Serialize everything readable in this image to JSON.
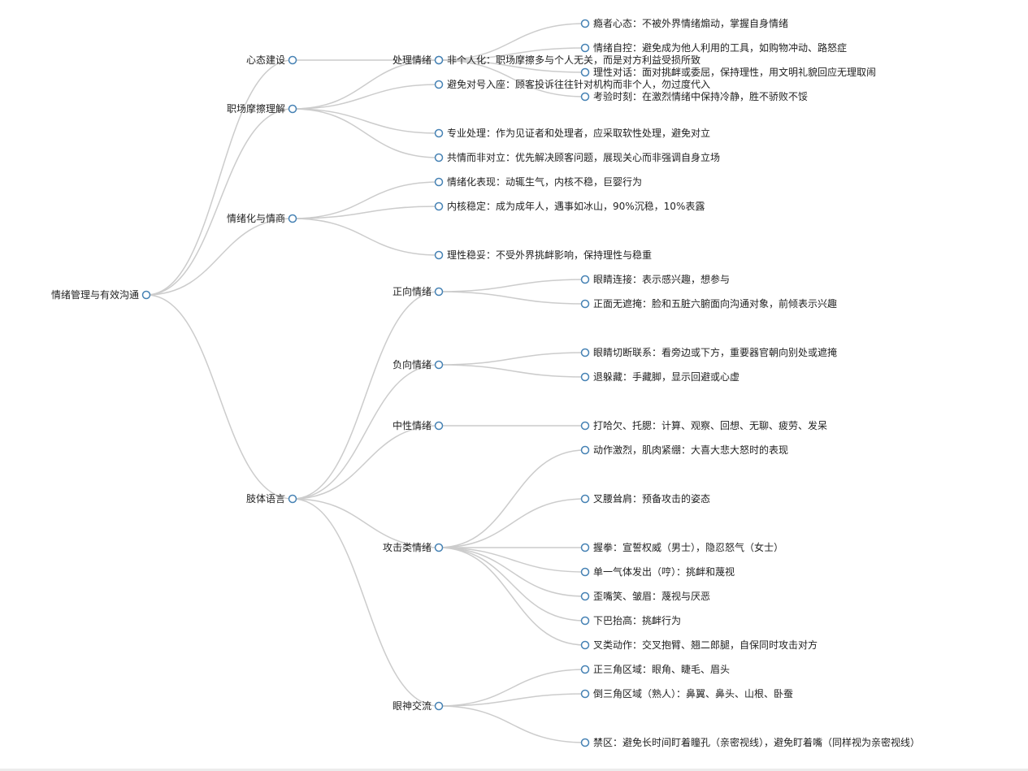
{
  "colors": {
    "link": "#cccccc",
    "node_stroke": "#4682b4",
    "node_fill": "#ffffff",
    "text": "#222222"
  },
  "tree": {
    "label": "情绪管理与有效沟通",
    "children": [
      {
        "label": "心态建设",
        "children": [
          {
            "label": "处理情绪",
            "children": [
              {
                "label": "瘾者心态：不被外界情绪煽动，掌握自身情绪"
              },
              {
                "label": "情绪自控：避免成为他人利用的工具，如购物冲动、路怒症"
              },
              {
                "label": "理性对话：面对挑衅或委屈，保持理性，用文明礼貌回应无理取闹"
              },
              {
                "label": "考验时刻：在激烈情绪中保持冷静，胜不骄败不馁"
              }
            ]
          }
        ]
      },
      {
        "label": "职场摩擦理解",
        "children": [
          {
            "label": "非个人化：职场摩擦多与个人无关，而是对方利益受损所致"
          },
          {
            "label": "避免对号入座：顾客投诉往往针对机构而非个人，勿过度代入"
          },
          {
            "label": "专业处理：作为见证者和处理者，应采取软性处理，避免对立"
          },
          {
            "label": "共情而非对立：优先解决顾客问题，展现关心而非强调自身立场"
          }
        ]
      },
      {
        "label": "情绪化与情商",
        "children": [
          {
            "label": "情绪化表现：动辄生气，内核不稳，巨婴行为"
          },
          {
            "label": "内核稳定：成为成年人，遇事如冰山，90%沉稳，10%表露"
          },
          {
            "label": "理性稳妥：不受外界挑衅影响，保持理性与稳重"
          }
        ]
      },
      {
        "label": "肢体语言",
        "children": [
          {
            "label": "正向情绪",
            "children": [
              {
                "label": "眼睛连接：表示感兴趣，想参与"
              },
              {
                "label": "正面无遮掩：脸和五脏六腑面向沟通对象，前倾表示兴趣"
              }
            ]
          },
          {
            "label": "负向情绪",
            "children": [
              {
                "label": "眼睛切断联系：看旁边或下方，重要器官朝向别处或遮掩"
              },
              {
                "label": "退躲藏：手藏脚，显示回避或心虚"
              }
            ]
          },
          {
            "label": "中性情绪",
            "children": [
              {
                "label": "打哈欠、托腮：计算、观察、回想、无聊、疲劳、发呆"
              }
            ]
          },
          {
            "label": "攻击类情绪",
            "children": [
              {
                "label": "动作激烈，肌肉紧绷：大喜大悲大怒时的表现"
              },
              {
                "label": "叉腰耸肩：预备攻击的姿态"
              },
              {
                "label": "握拳：宣誓权威（男士），隐忍怒气（女士）"
              },
              {
                "label": "单一气体发出（哼）：挑衅和蔑视"
              },
              {
                "label": "歪嘴笑、皱眉：蔑视与厌恶"
              },
              {
                "label": "下巴抬高：挑衅行为"
              },
              {
                "label": "叉类动作：交叉抱臂、翘二郎腿，自保同时攻击对方"
              }
            ]
          },
          {
            "label": "眼神交流",
            "children": [
              {
                "label": "正三角区域：眼角、睫毛、眉头"
              },
              {
                "label": "倒三角区域（熟人）：鼻翼、鼻头、山根、卧蚕"
              },
              {
                "label": "禁区：避免长时间盯着瞳孔（亲密视线），避免盯着嘴（同样视为亲密视线）"
              }
            ]
          }
        ]
      }
    ]
  }
}
